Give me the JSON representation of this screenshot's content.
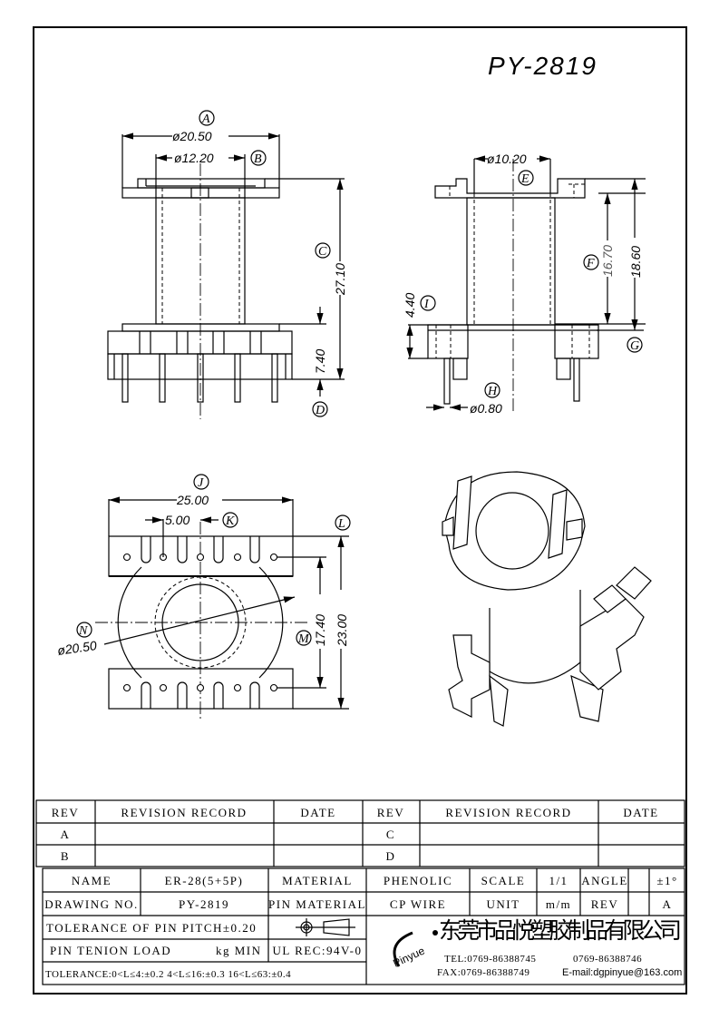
{
  "drawing_title": "PY-2819",
  "dimensions": {
    "A": {
      "label": "A",
      "value": "ø20.50"
    },
    "B": {
      "label": "B",
      "value": "ø12.20"
    },
    "C": {
      "label": "C",
      "value": "27.10"
    },
    "D": {
      "label": "D",
      "value": "7.40"
    },
    "E": {
      "label": "E",
      "value": "ø10.20"
    },
    "F": {
      "label": "F",
      "value": "16.70"
    },
    "F2": {
      "value": "18.60"
    },
    "G": {
      "label": "G"
    },
    "H": {
      "label": "H",
      "value": "ø0.80"
    },
    "I": {
      "label": "I",
      "value": "4.40"
    },
    "J": {
      "label": "J",
      "value": "25.00"
    },
    "K": {
      "label": "K",
      "value": "5.00"
    },
    "L": {
      "label": "L",
      "value": "23.00"
    },
    "M": {
      "label": "M",
      "value": "17.40"
    },
    "N": {
      "label": "N",
      "value": "ø20.50"
    }
  },
  "revision_table": {
    "headers": [
      "REV",
      "REVISION RECORD",
      "DATE",
      "REV",
      "REVISION RECORD",
      "DATE"
    ],
    "rows": [
      [
        "A",
        "",
        "",
        "C",
        "",
        ""
      ],
      [
        "B",
        "",
        "",
        "D",
        "",
        ""
      ]
    ]
  },
  "title_block": {
    "name_label": "NAME",
    "name_value": "ER-28(5+5P)",
    "material_label": "MATERIAL",
    "material_value": "PHENOLIC",
    "scale_label": "SCALE",
    "scale_value": "1/1",
    "angle_label": "ANGLE",
    "angle_value": "±1°",
    "drawing_no_label": "DRAWING NO.",
    "drawing_no_value": "PY-2819",
    "pin_material_label": "PIN MATERIAL",
    "pin_material_value": "CP WIRE",
    "unit_label": "UNIT",
    "unit_value": "m/m",
    "rev_label": "REV",
    "rev_value": "A",
    "pin_pitch_tolerance": "TOLERANCE OF PIN PITCH±0.20",
    "pin_tension_label": "PIN TENION LOAD",
    "pin_tension_unit": "kg MIN",
    "ul_rec": "UL REC:94V-0",
    "tolerance": "TOLERANCE:0<L≤4:±0.2  4<L≤16:±0.3  16<L≤63:±0.4",
    "company_logo": "Pinyue",
    "company_name": "东莞市品悦塑胶制品有限公司",
    "tel": "TEL:0769-86388745",
    "tel2": "0769-86388746",
    "fax": "FAX:0769-86388749",
    "email": "E-mail:dgpinyue@163.com"
  }
}
